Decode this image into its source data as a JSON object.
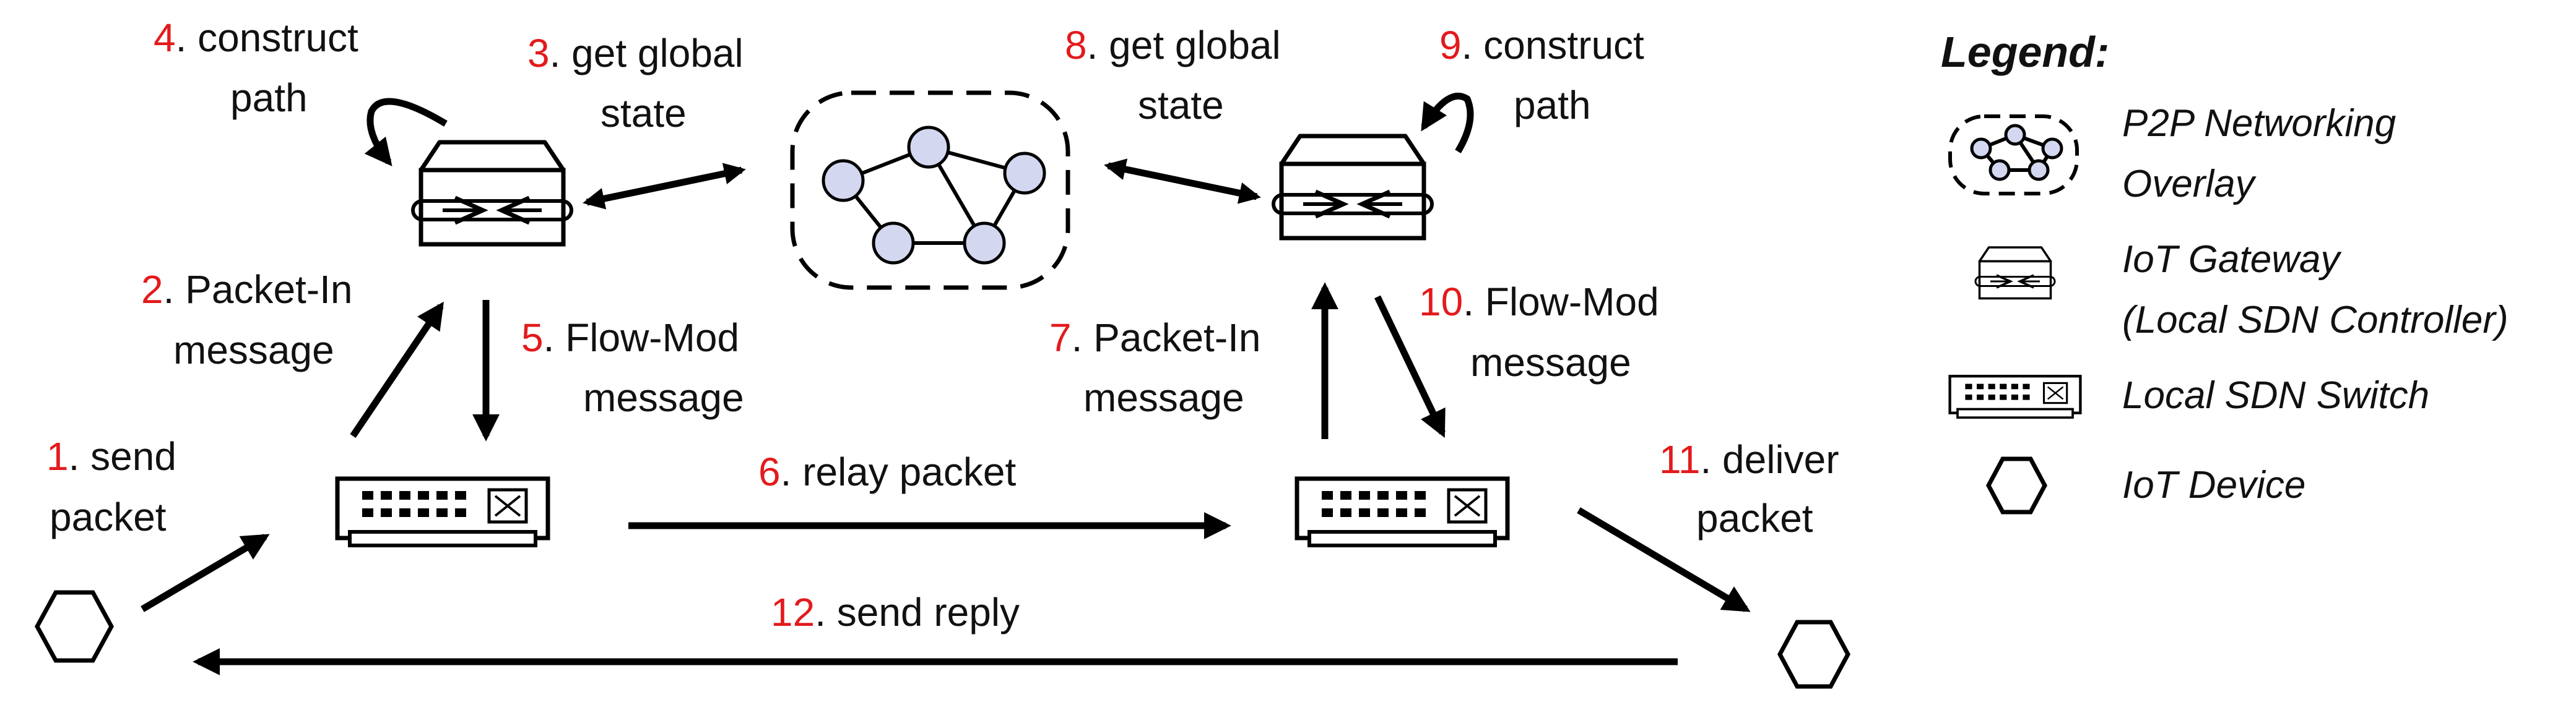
{
  "steps": [
    {
      "num": "1",
      "lines": [
        ". send",
        "packet"
      ]
    },
    {
      "num": "2",
      "lines": [
        ". Packet-In",
        "message"
      ]
    },
    {
      "num": "3",
      "lines": [
        ". get global",
        "state"
      ]
    },
    {
      "num": "4",
      "lines": [
        ". construct",
        "path"
      ]
    },
    {
      "num": "5",
      "lines": [
        ". Flow-Mod",
        "message"
      ]
    },
    {
      "num": "6",
      "lines": [
        ". relay packet"
      ]
    },
    {
      "num": "7",
      "lines": [
        ". Packet-In",
        "message"
      ]
    },
    {
      "num": "8",
      "lines": [
        ". get global",
        "state"
      ]
    },
    {
      "num": "9",
      "lines": [
        ". construct",
        "path"
      ]
    },
    {
      "num": "10",
      "lines": [
        ". Flow-Mod",
        "message"
      ]
    },
    {
      "num": "11",
      "lines": [
        ". deliver",
        "packet"
      ]
    },
    {
      "num": "12",
      "lines": [
        ". send reply"
      ]
    }
  ],
  "legend": {
    "title": "Legend:",
    "items": [
      {
        "icon": "p2p-overlay-icon",
        "lines": [
          "P2P Networking",
          "Overlay"
        ]
      },
      {
        "icon": "iot-gateway-icon",
        "lines": [
          "IoT Gateway",
          "(Local SDN Controller)"
        ]
      },
      {
        "icon": "sdn-switch-icon",
        "lines": [
          "Local SDN Switch"
        ]
      },
      {
        "icon": "iot-device-icon",
        "lines": [
          "IoT Device"
        ]
      }
    ]
  },
  "colors": {
    "step_number": "#e31a1c",
    "text": "#111111",
    "node_fill": "#d3d8f0"
  }
}
